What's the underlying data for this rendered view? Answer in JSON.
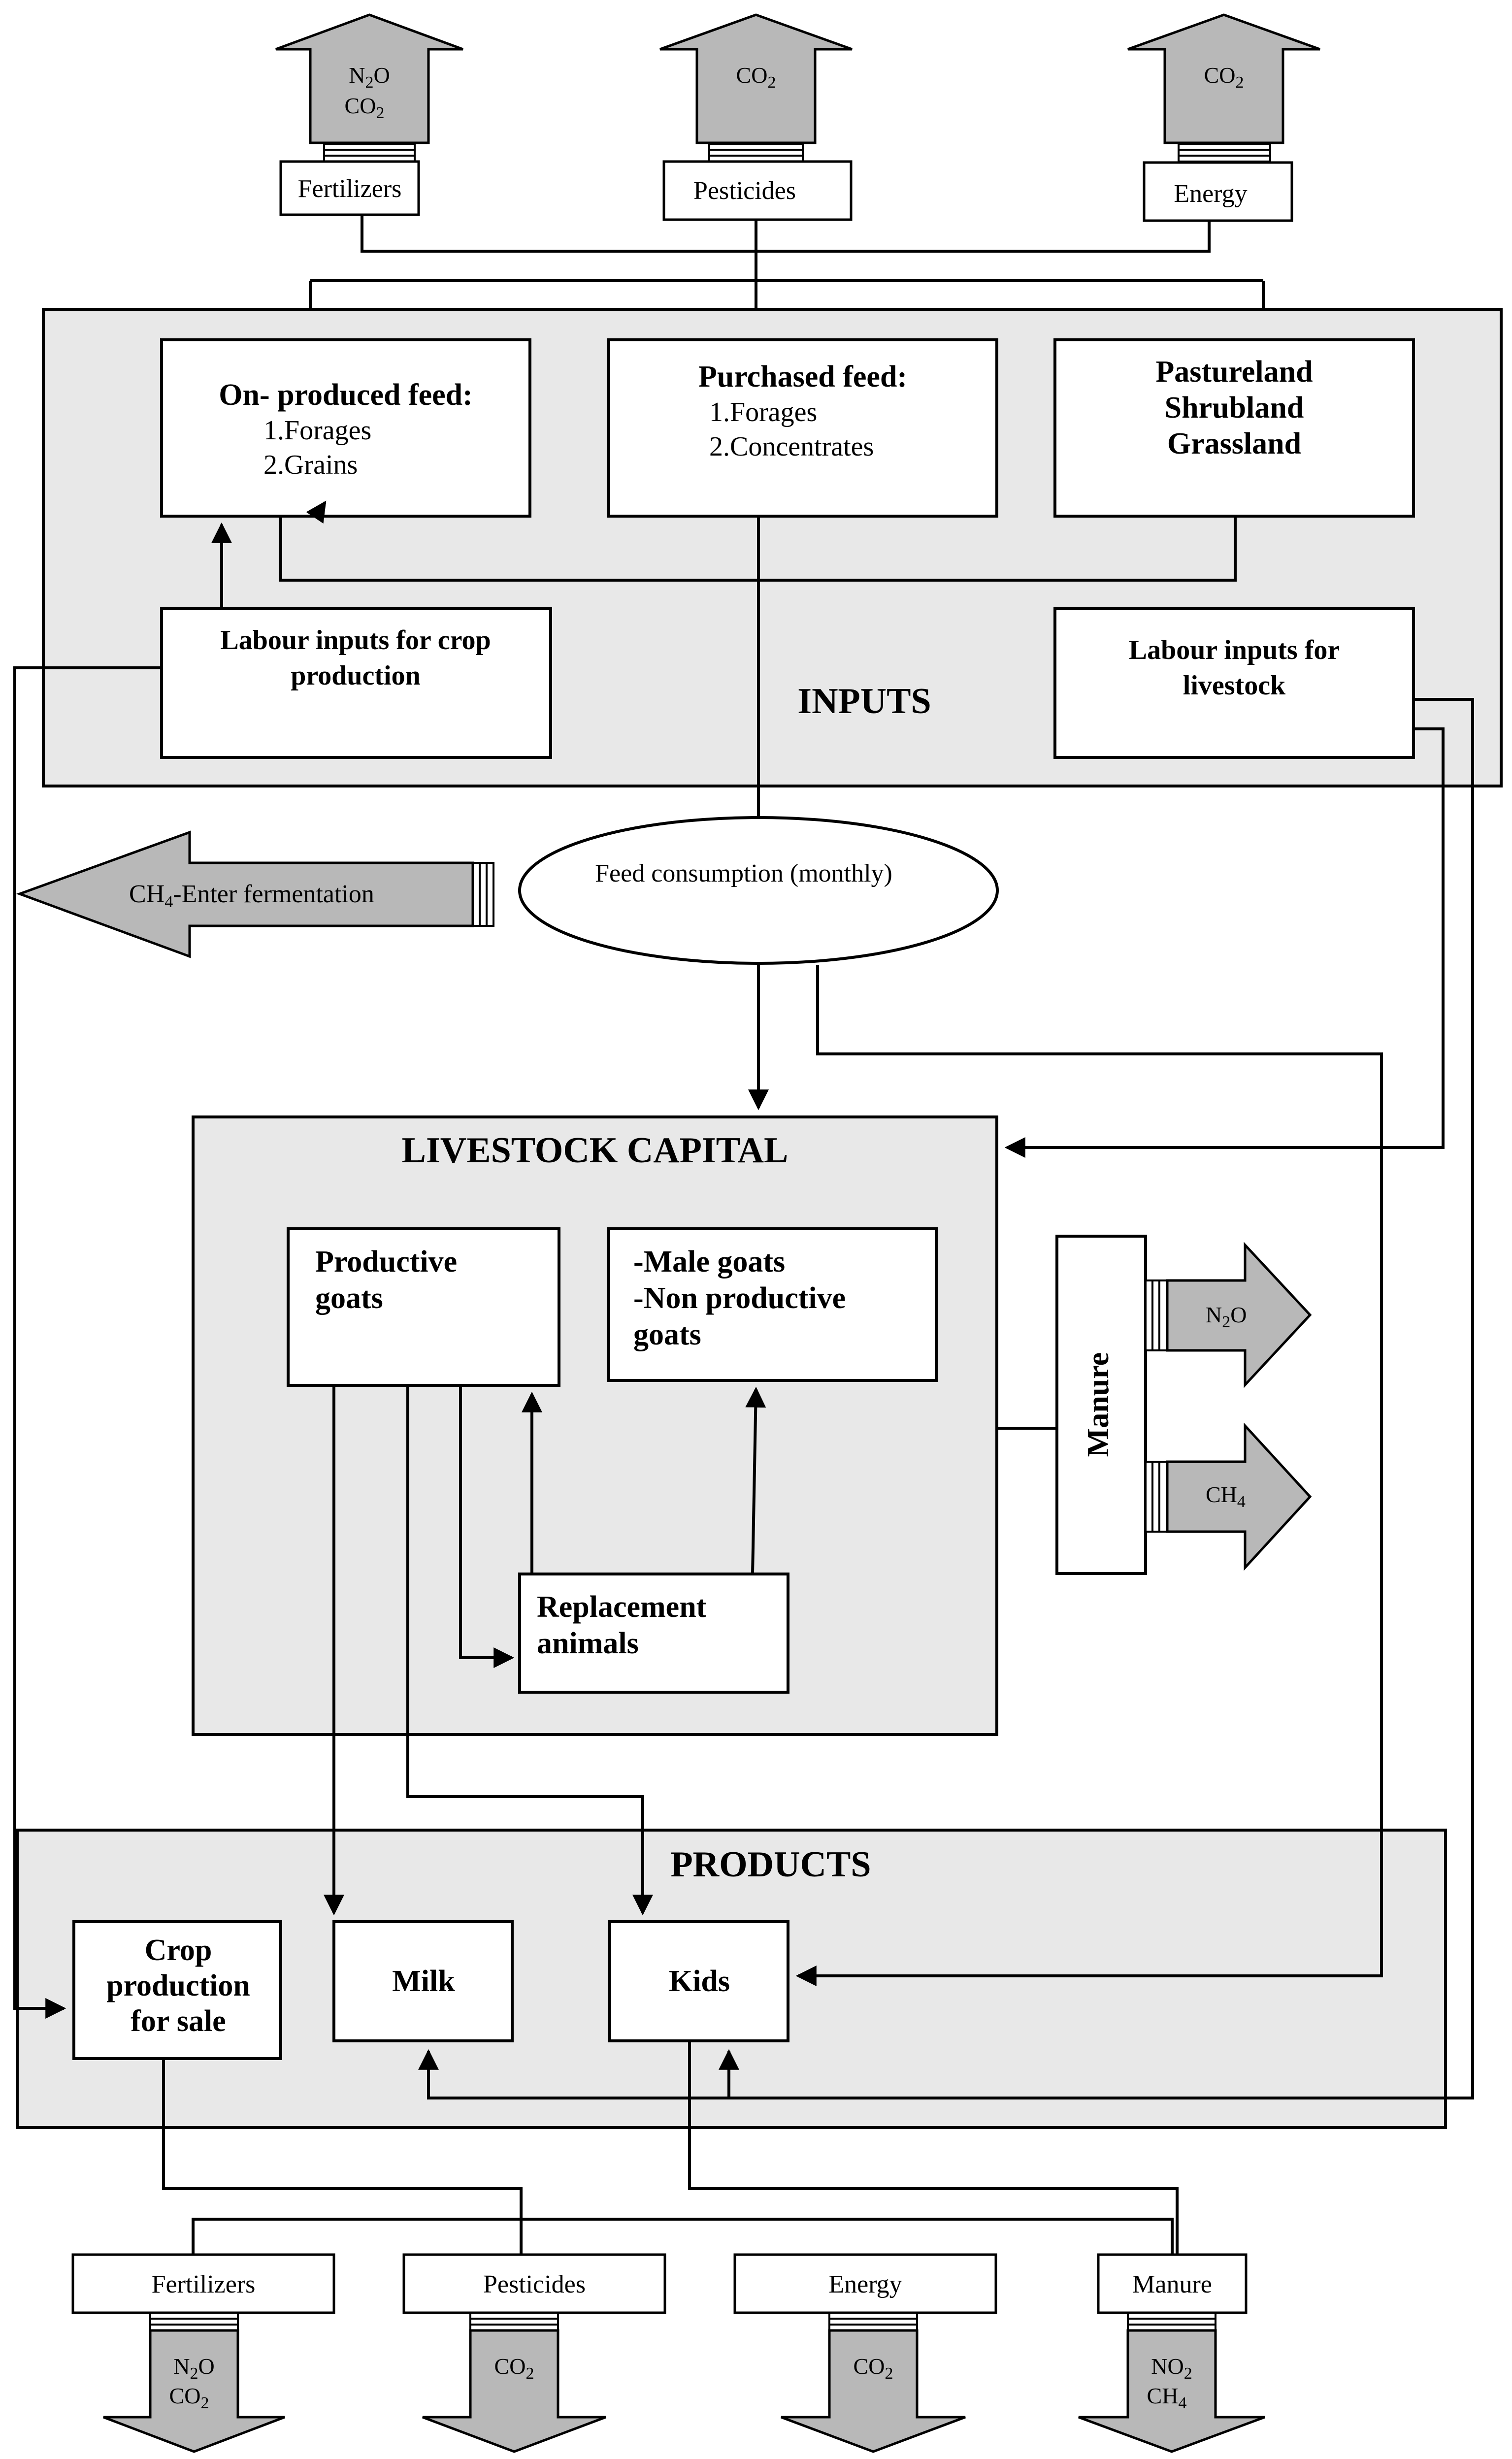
{
  "top_emissions": [
    {
      "gas": [
        "N",
        "2",
        "O"
      ],
      "gas2": [
        "CO",
        "2",
        ""
      ],
      "source": "Fertilizers"
    },
    {
      "gas": [
        "CO",
        "2",
        ""
      ],
      "source": "Pesticides"
    },
    {
      "gas": [
        "CO",
        "2",
        ""
      ],
      "source": "Energy"
    }
  ],
  "inputs": {
    "section_label": "INPUTS",
    "on_produced_feed": {
      "title": "On- produced feed:",
      "items": [
        "1.Forages",
        "2.Grains"
      ]
    },
    "purchased_feed": {
      "title": "Purchased feed:",
      "items": [
        "1.Forages",
        "2.Concentrates"
      ]
    },
    "pastureland": {
      "lines": [
        "Pastureland",
        "Shrubland",
        "Grassland"
      ]
    },
    "labour_crop": {
      "lines": [
        "Labour inputs for crop",
        "production"
      ]
    },
    "labour_livestock": {
      "lines": [
        "Labour inputs for",
        "livestock"
      ]
    }
  },
  "ch4_enteric": {
    "gas": "CH",
    "sub": "4",
    "text": "-Enter fermentation"
  },
  "feed_consumption": "Feed consumption (monthly)",
  "livestock_capital": {
    "section_label": "LIVESTOCK CAPITAL",
    "productive_goats": [
      "Productive",
      "goats"
    ],
    "male_goats": [
      "-Male goats",
      "-Non productive",
      "goats"
    ],
    "replacement": [
      "Replacement",
      "animals"
    ]
  },
  "manure": {
    "label": "Manure",
    "emissions": [
      {
        "gas": "N",
        "sub": "2",
        "tail": "O"
      },
      {
        "gas": "CH",
        "sub": "4",
        "tail": ""
      }
    ]
  },
  "products": {
    "section_label": "PRODUCTS",
    "crop": [
      "Crop",
      "production",
      "for sale"
    ],
    "milk": "Milk",
    "kids": "Kids"
  },
  "bottom_emissions": [
    {
      "source": "Fertilizers",
      "line1": [
        "N",
        "2",
        "O"
      ],
      "line2": [
        "CO",
        "2",
        ""
      ]
    },
    {
      "source": "Pesticides",
      "line1": [
        "CO",
        "2",
        ""
      ]
    },
    {
      "source": "Energy",
      "line1": [
        "CO",
        "2",
        ""
      ]
    },
    {
      "source": "Manure",
      "line1": [
        "NO",
        "2",
        ""
      ],
      "line2": [
        "CH",
        "4",
        ""
      ]
    }
  ],
  "colors": {
    "panel": "#e8e8e8",
    "arrow": "#b8b8b8",
    "line": "#000000"
  }
}
